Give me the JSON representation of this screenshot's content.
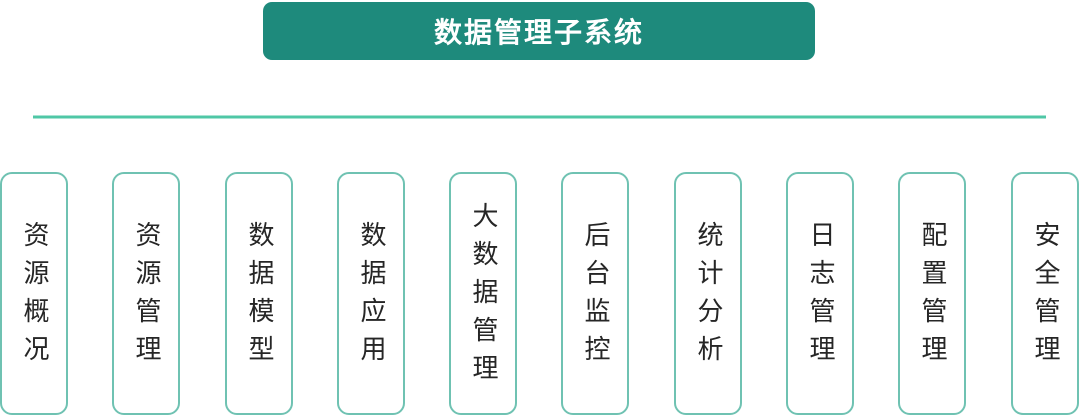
{
  "root": {
    "label": "数据管理子系统"
  },
  "children": [
    {
      "label": "资源概况"
    },
    {
      "label": "资源管理"
    },
    {
      "label": "数据模型"
    },
    {
      "label": "数据应用"
    },
    {
      "label": "大数据管理"
    },
    {
      "label": "后台监控"
    },
    {
      "label": "统计分析"
    },
    {
      "label": "日志管理"
    },
    {
      "label": "配置管理"
    },
    {
      "label": "安全管理"
    }
  ],
  "colors": {
    "root_fill": "#1e8a7c",
    "box_border": "#6fc2b2",
    "connector_top": "#4fc7a6",
    "connector_bottom": "#4a7ec8",
    "text": "#262626"
  }
}
